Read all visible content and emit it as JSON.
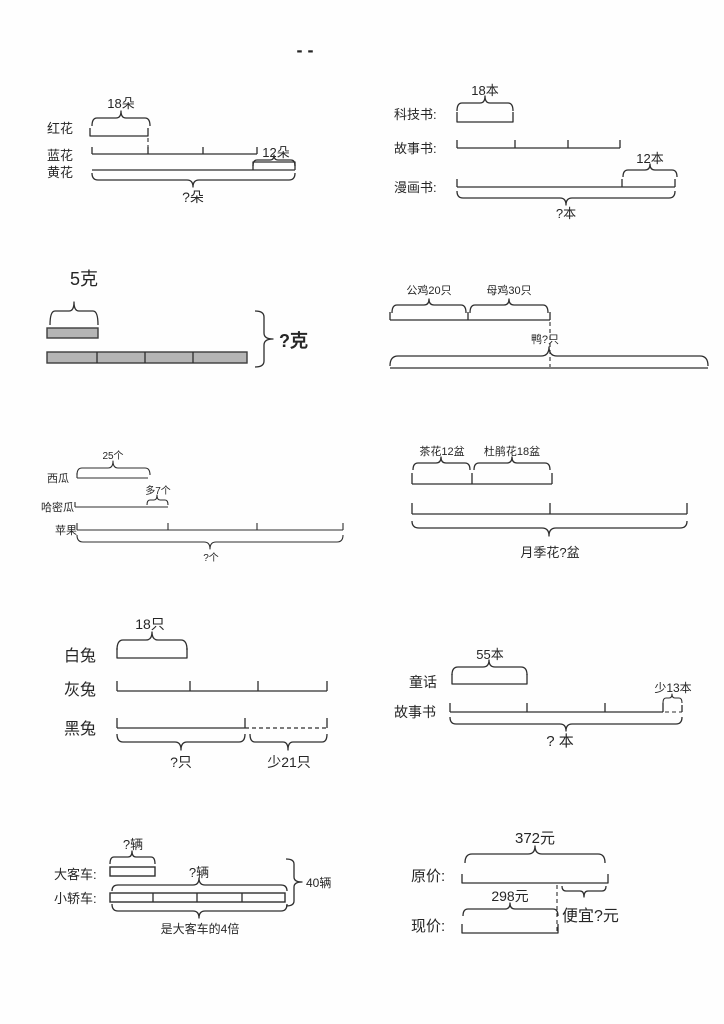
{
  "title": "- -",
  "diagrams": {
    "flowers": {
      "red_label": "红花",
      "red_count": "18朵",
      "blue_label": "蓝花",
      "blue_extra": "12朵",
      "yellow_label": "黄花",
      "yellow_total": "?朵"
    },
    "books": {
      "tech_label": "科技书:",
      "tech_count": "18本",
      "story_label": "故事书:",
      "comic_label": "漫画书:",
      "comic_extra": "12本",
      "comic_total": "?本"
    },
    "weights": {
      "unit": "5克",
      "total": "?克"
    },
    "poultry": {
      "rooster": "公鸡20只",
      "hen": "母鸡30只",
      "duck": "鸭?只"
    },
    "fruits": {
      "watermelon_label": "西瓜",
      "watermelon_count": "25个",
      "melon_label": "哈密瓜",
      "melon_extra": "多7个",
      "apple_label": "苹果",
      "apple_total": "?个"
    },
    "plants": {
      "camellia": "茶花12盆",
      "azalea": "杜鹃花18盆",
      "rose_total": "月季花?盆"
    },
    "rabbits": {
      "white_label": "白兔",
      "white_count": "18只",
      "gray_label": "灰兔",
      "black_label": "黑兔",
      "black_part": "?只",
      "black_less": "少21只"
    },
    "storybooks": {
      "fairy_label": "童话",
      "fairy_count": "55本",
      "story_label": "故事书",
      "story_less": "少13本",
      "story_total": "? 本"
    },
    "vehicles": {
      "bus_label": "大客车:",
      "bus_count": "?辆",
      "car_label": "小轿车:",
      "car_count": "?辆",
      "total": "40辆",
      "note": "是大客车的4倍"
    },
    "prices": {
      "original_label": "原价:",
      "original_value": "372元",
      "current_label": "现价:",
      "current_value": "298元",
      "savings": "便宜?元"
    }
  }
}
